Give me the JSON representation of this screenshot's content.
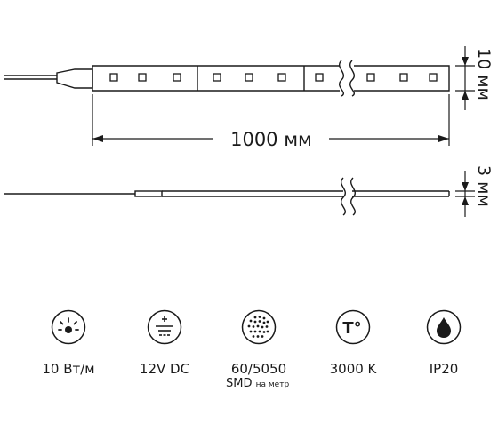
{
  "strip_top": {
    "length_label": "1000 мм",
    "width_label": "10 мм"
  },
  "strip_side": {
    "thickness_label": "3 мм"
  },
  "specs": [
    {
      "icon": "brightness-icon",
      "label": "10 Вт/м"
    },
    {
      "icon": "dc-voltage-icon",
      "label": "12V DC"
    },
    {
      "icon": "led-matrix-icon",
      "label": "60/5050",
      "sub_main": "SMD",
      "sub_small": "на метр"
    },
    {
      "icon": "temperature-icon",
      "label": "3000 K",
      "icon_text": "T°"
    },
    {
      "icon": "water-drop-icon",
      "label": "IP20"
    }
  ]
}
